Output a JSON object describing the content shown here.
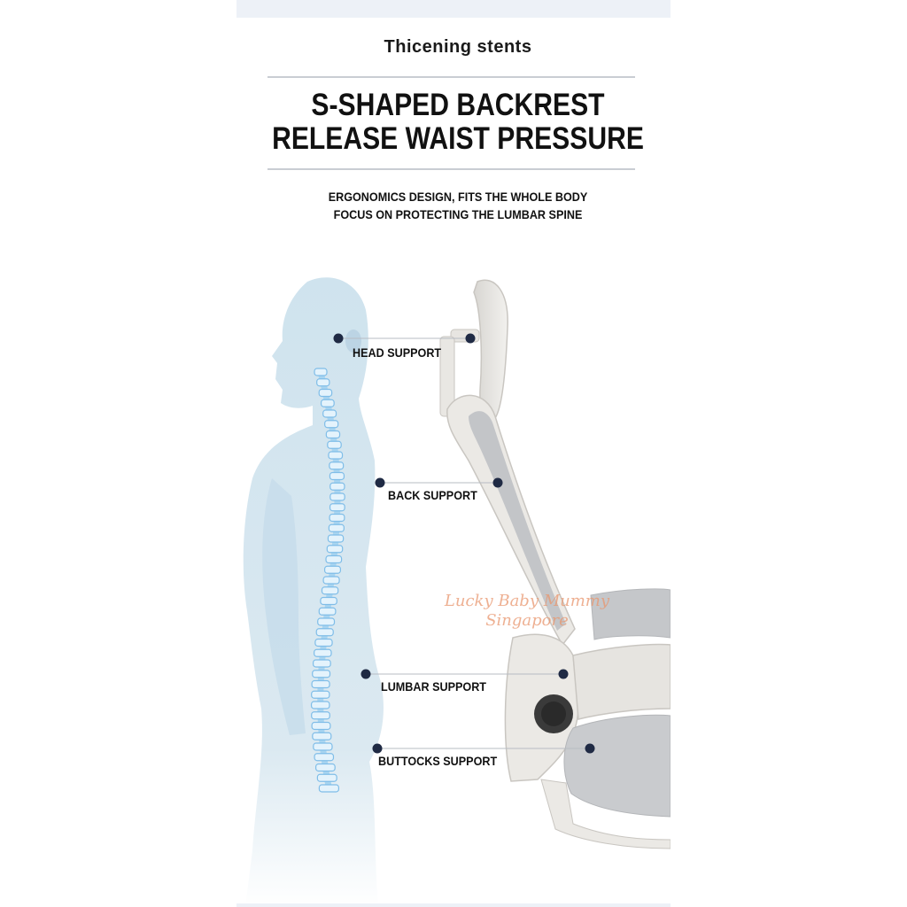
{
  "header": {
    "subtitle": "Thicening stents",
    "headline_line1": "S-SHAPED BACKREST",
    "headline_line2": "RELEASE WAIST PRESSURE",
    "desc_line1": "ERGONOMICS DESIGN, FITS THE WHOLE BODY",
    "desc_line2": "FOCUS ON PROTECTING THE LUMBAR SPINE"
  },
  "callouts": [
    {
      "label": "HEAD SUPPORT"
    },
    {
      "label": "BACK SUPPORT"
    },
    {
      "label": "LUMBAR SUPPORT"
    },
    {
      "label": "BUTTOCKS SUPPORT"
    }
  ],
  "watermark": {
    "line1": "Lucky Baby Mummy",
    "line2": "Singapore"
  },
  "colors": {
    "background": "#ffffff",
    "band": "#edf1f7",
    "dot": "#1f2a44",
    "body_silhouette": "#cfe3ee",
    "spine": "#8fc7ec",
    "chair_frame": "#e9e7e3",
    "chair_mesh": "#b9bcc0"
  }
}
